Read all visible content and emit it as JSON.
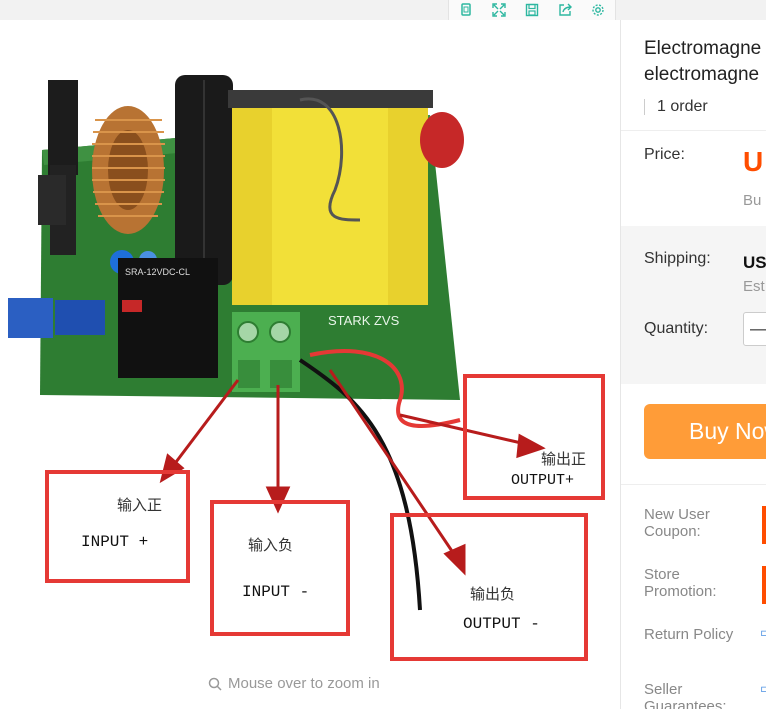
{
  "toolbar": {
    "icons": [
      "copy-icon",
      "expand-icon",
      "save-icon",
      "share-icon",
      "settings-icon"
    ]
  },
  "image": {
    "board_label": "STARK ZVS",
    "relay_text": "SRA-12VDC-CL",
    "zoom_hint": "Mouse over to zoom in",
    "callouts": {
      "input_pos": {
        "cn": "输入正",
        "en": "INPUT +"
      },
      "input_neg": {
        "cn": "输入负",
        "en": "INPUT -"
      },
      "output_pos": {
        "cn": "输出正",
        "en": "OUTPUT+"
      },
      "output_neg": {
        "cn": "输出负",
        "en": "OUTPUT -"
      }
    },
    "colors": {
      "callout_border": "#e53935",
      "arrow": "#b71c1c",
      "pcb": "#2e7d32"
    }
  },
  "product": {
    "title_line1": "Electromagne",
    "title_line2": "electromagne",
    "orders": "1 order",
    "price_label": "Price:",
    "price_value": "U",
    "bulk_text": "Bu",
    "shipping_label": "Shipping:",
    "shipping_value": "US",
    "shipping_est": "Est",
    "quantity_label": "Quantity:",
    "quantity_minus": "—",
    "buy_now": "Buy Now",
    "new_user_coupon": "New User Coupon:",
    "store_promotion": "Store Promotion:",
    "return_policy": "Return Policy",
    "seller_guarantees": "Seller Guarantees:"
  }
}
